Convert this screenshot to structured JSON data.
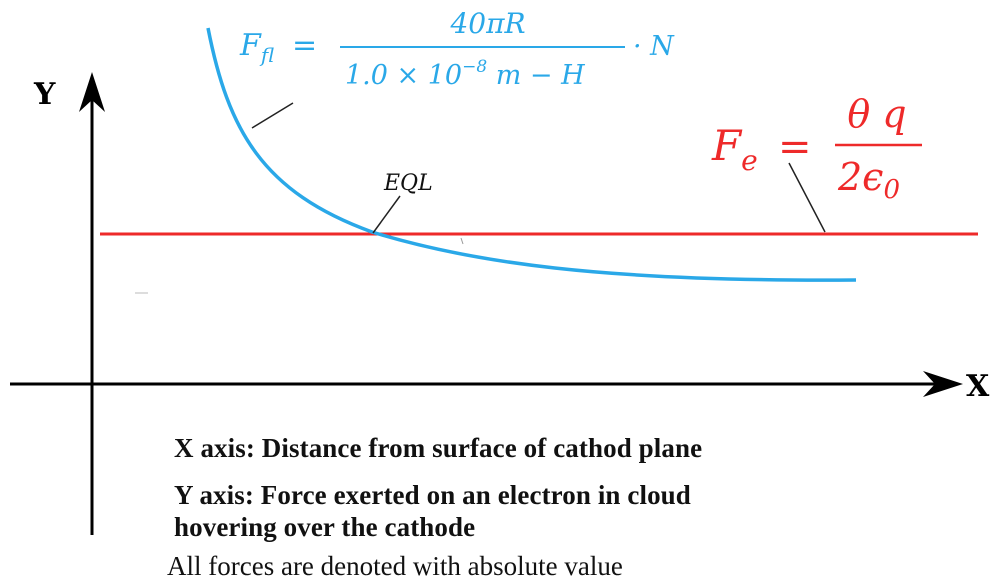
{
  "axes": {
    "y_letter": "Y",
    "x_letter": "X"
  },
  "labels": {
    "eql": "EQL"
  },
  "formula_fl": {
    "lhs_base": "F",
    "lhs_sub": "fl",
    "equals": "=",
    "numerator": "40πR",
    "denominator_prefix": "1.0 × 10",
    "denominator_exp": "−8",
    "denominator_suffix": " m − H",
    "trailer": "· N",
    "color": "#2aa8e8"
  },
  "formula_e": {
    "lhs_base": "F",
    "lhs_sub": "e",
    "equals": "=",
    "numerator": "θ q",
    "denominator_prefix": "2ϵ",
    "denominator_sub": "0",
    "color": "#ee2a2a"
  },
  "notes": {
    "x_axis": "X axis: Distance from surface of cathod plane",
    "y_axis_line1": "Y axis: Force exerted on an electron in cloud",
    "y_axis_line2": "hovering over the cathode",
    "absolute": "All forces are denoted with absolute value"
  },
  "colors": {
    "curve": "#2aa8e8",
    "line": "#ee2a2a",
    "axis": "#000000"
  }
}
